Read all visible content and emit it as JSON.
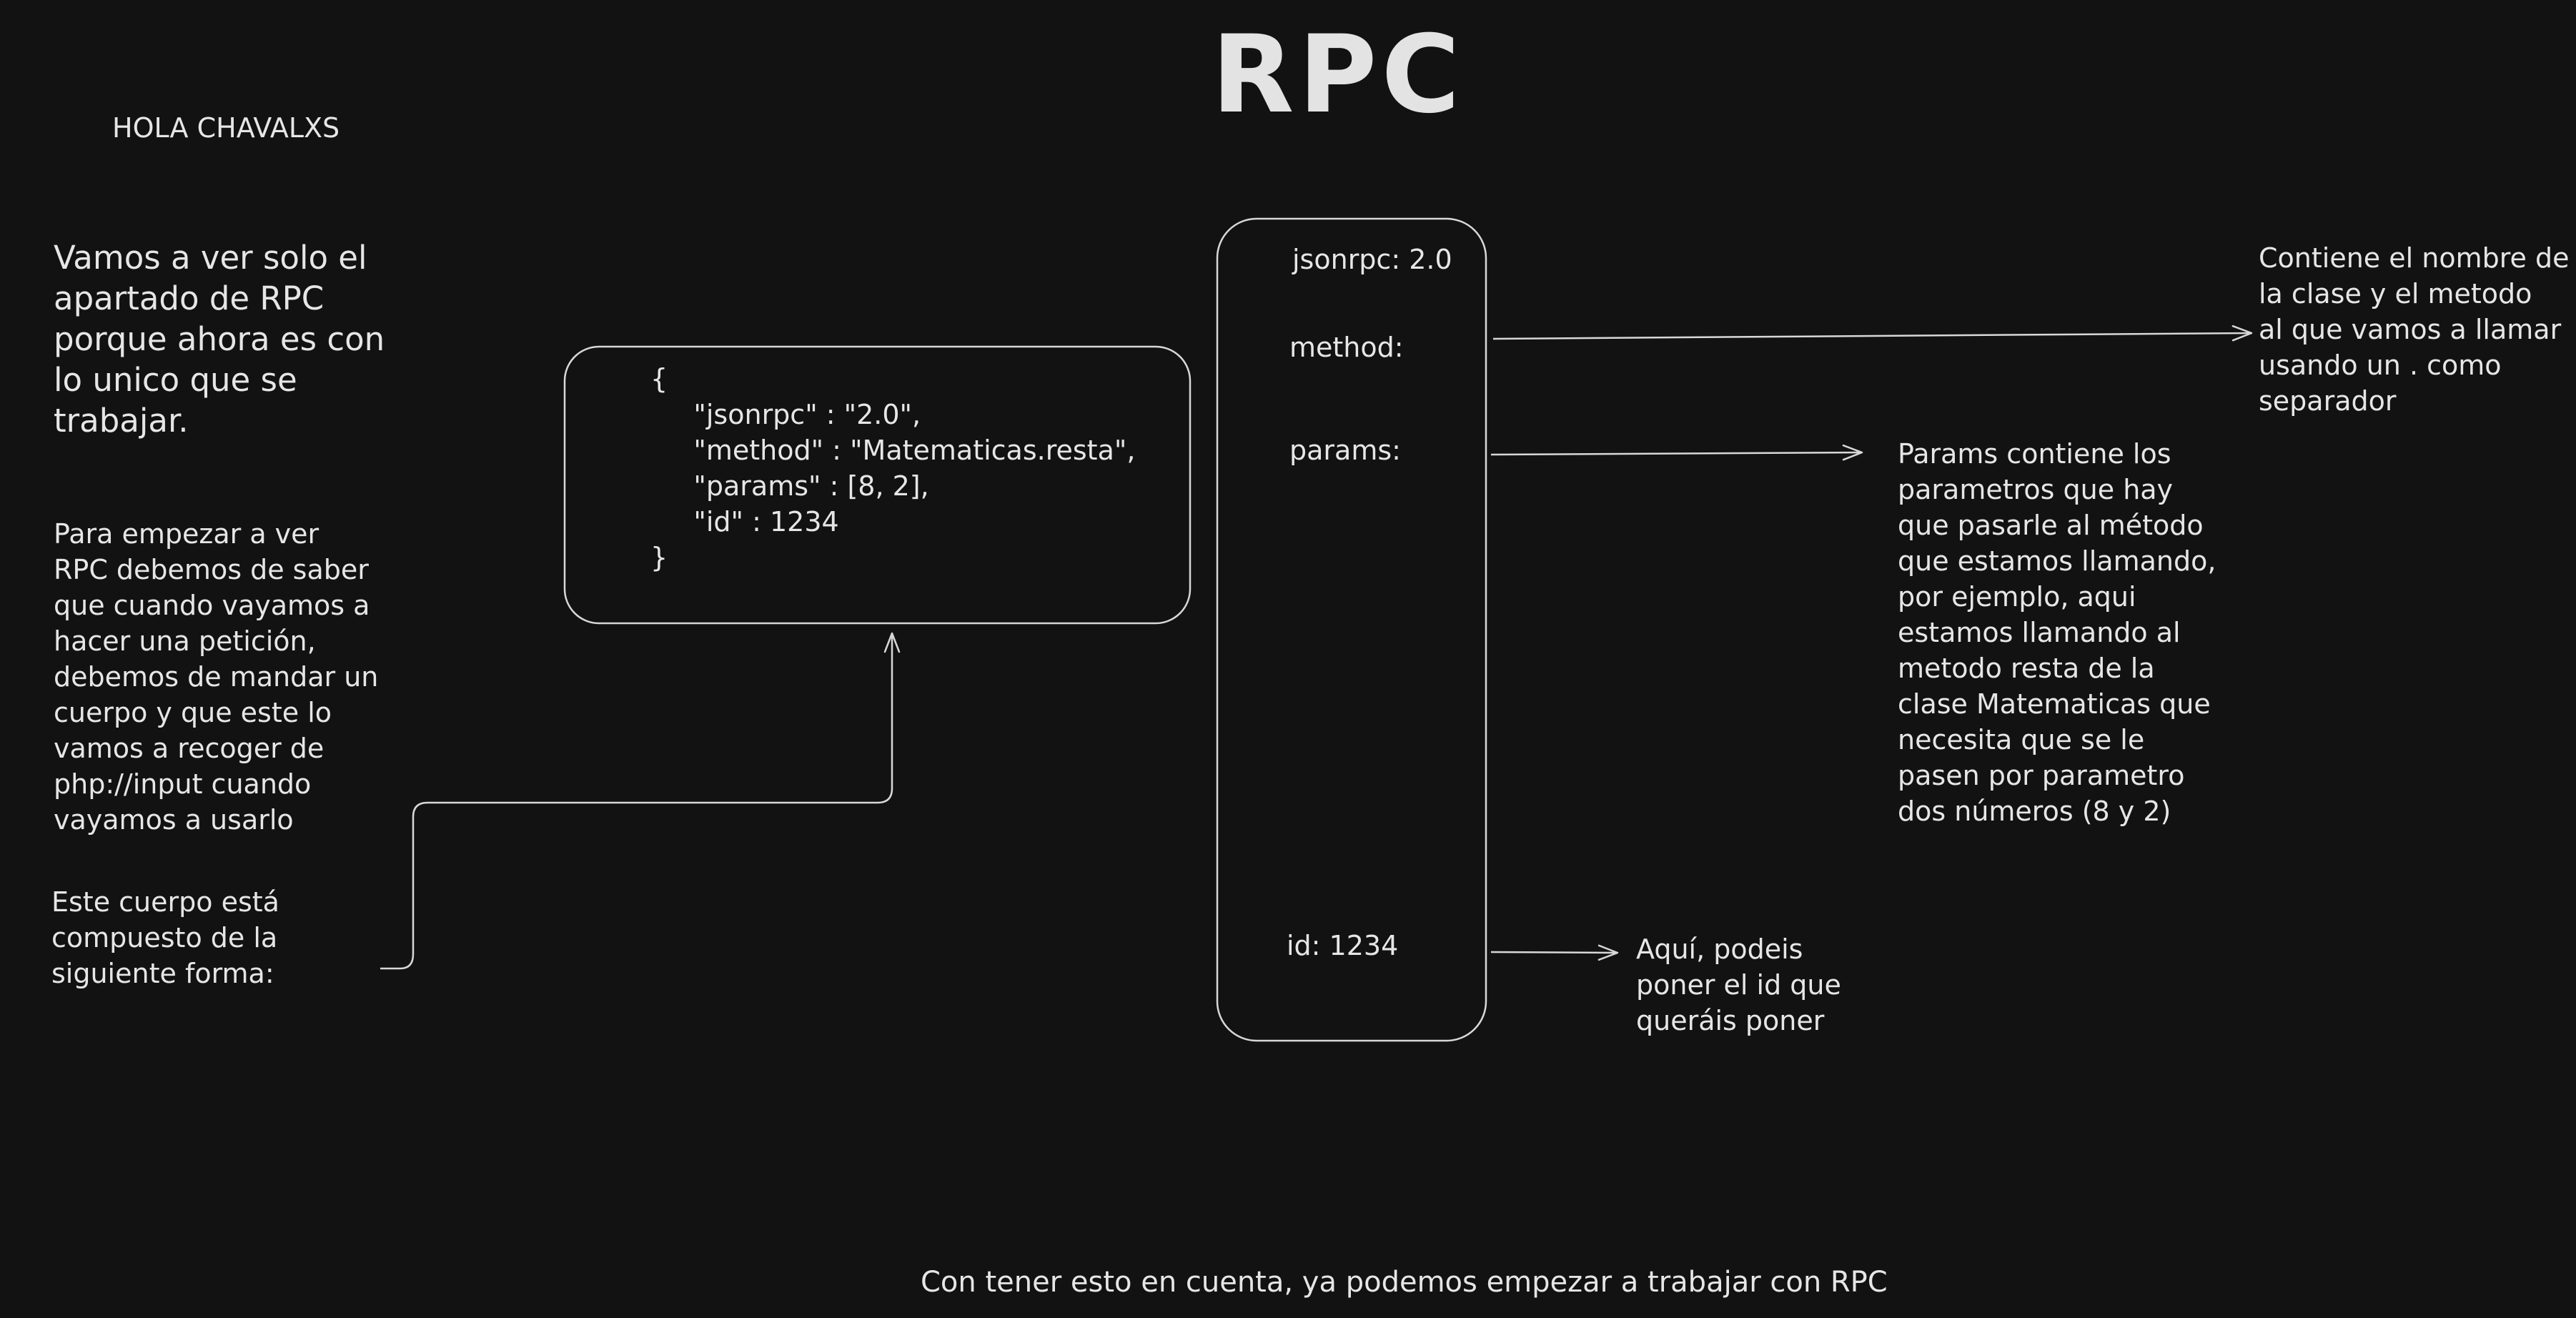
{
  "title": "RPC",
  "greeting": "HOLA CHAVALXS",
  "left_notes": {
    "intro": "Vamos a ver solo el\napartado de RPC\nporque ahora es con\nlo unico que se\ntrabajar.",
    "request_body": "Para empezar a ver\nRPC debemos de saber\nque cuando vayamos a\nhacer una petición,\ndebemos de mandar un\ncuerpo y que este lo\nvamos a recoger de\nphp://input cuando\nvayamos a usarlo",
    "body_shape": "Este cuerpo está\ncompuesto de la\nsiguiente forma:"
  },
  "code_example": "{\n     \"jsonrpc\" : \"2.0\",\n     \"method\" : \"Matematicas.resta\",\n     \"params\" : [8, 2],\n     \"id\" : 1234\n}",
  "fields": {
    "jsonrpc": "jsonrpc: 2.0",
    "method": "method:",
    "params": "params:",
    "id": "id: 1234"
  },
  "annotations": {
    "method": "Contiene el nombre de\nla clase y el metodo\nal que vamos a llamar\nusando un . como\nseparador",
    "params": "Params contiene los\nparametros que hay\nque pasarle al método\nque estamos llamando,\npor ejemplo, aqui\nestamos llamando al\nmetodo resta de la\nclase Matematicas que\nnecesita que se le\npasen por parametro\ndos números (8 y 2)",
    "id": "Aquí, podeis\nponer el id que\nqueráis poner"
  },
  "footer": "Con tener esto en cuenta, ya podemos empezar a trabajar con RPC",
  "colors": {
    "background": "#121212",
    "text": "#e6e6e6",
    "stroke": "#d8d8d8"
  }
}
